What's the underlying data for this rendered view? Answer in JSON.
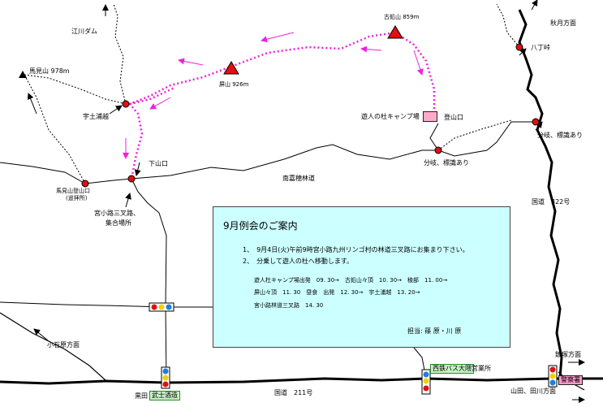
{
  "peaks": {
    "furudakiyama": "古処山 859m",
    "byobusan": "屏山 926m",
    "umamiyama": "馬見山 978m"
  },
  "places": {
    "egawa_dam": "江川ダム",
    "akizuki": "秋月方面",
    "hacchotoge": "八丁峠",
    "udobaru": "宇土浦越",
    "camp": "遊人の杜キャンプ場",
    "tozanguchi": "登山口",
    "junction_right": "分岐、標識あり",
    "junction_center": "分岐、標識あり",
    "shimoyamaguchi": "下山口",
    "nankashiho_road": "南嘉穂林道",
    "umami_trailhead": "馬見山登山口",
    "umami_trailhead_sub": "(遥拝所)",
    "meeting_point_line1": "宮小路三叉路、",
    "meeting_point_line2": "集合場所",
    "route322": "国道　322号",
    "koishiwara": "小石原方面",
    "iizuka": "飯塚方面",
    "yamada": "山田、田川方面",
    "route211": "国道　211号",
    "kuroda_prefix": "黒田",
    "kuroda_sake": "武士酒造",
    "bus_office_name": "西鉄バス大隈",
    "bus_office_suffix": "営業所",
    "police": "警察署"
  },
  "notice": {
    "title": "9月例会のご案内",
    "item1": "1、　9月4日(火)午前9時宮小路九州リンゴ村の林道三叉路にお集まり下さい。",
    "item2": "2、　分乗して遊人の杜へ移動します。",
    "sched1": "遊人杜キャンプ場出発　09. 30→　古処山々頂　10. 30→　稜部　11. 00→",
    "sched2": "屏山々頂　11. 30　昼食　出発　12. 30→　宇土浦越　13. 20→",
    "sched3": "宮小路林道三叉路　14. 30",
    "contact": "担当:  篠 原・川 原"
  },
  "colors": {
    "peak": "#e01010",
    "trail": "#ee22dd",
    "notice_bg": "#ccffff"
  }
}
